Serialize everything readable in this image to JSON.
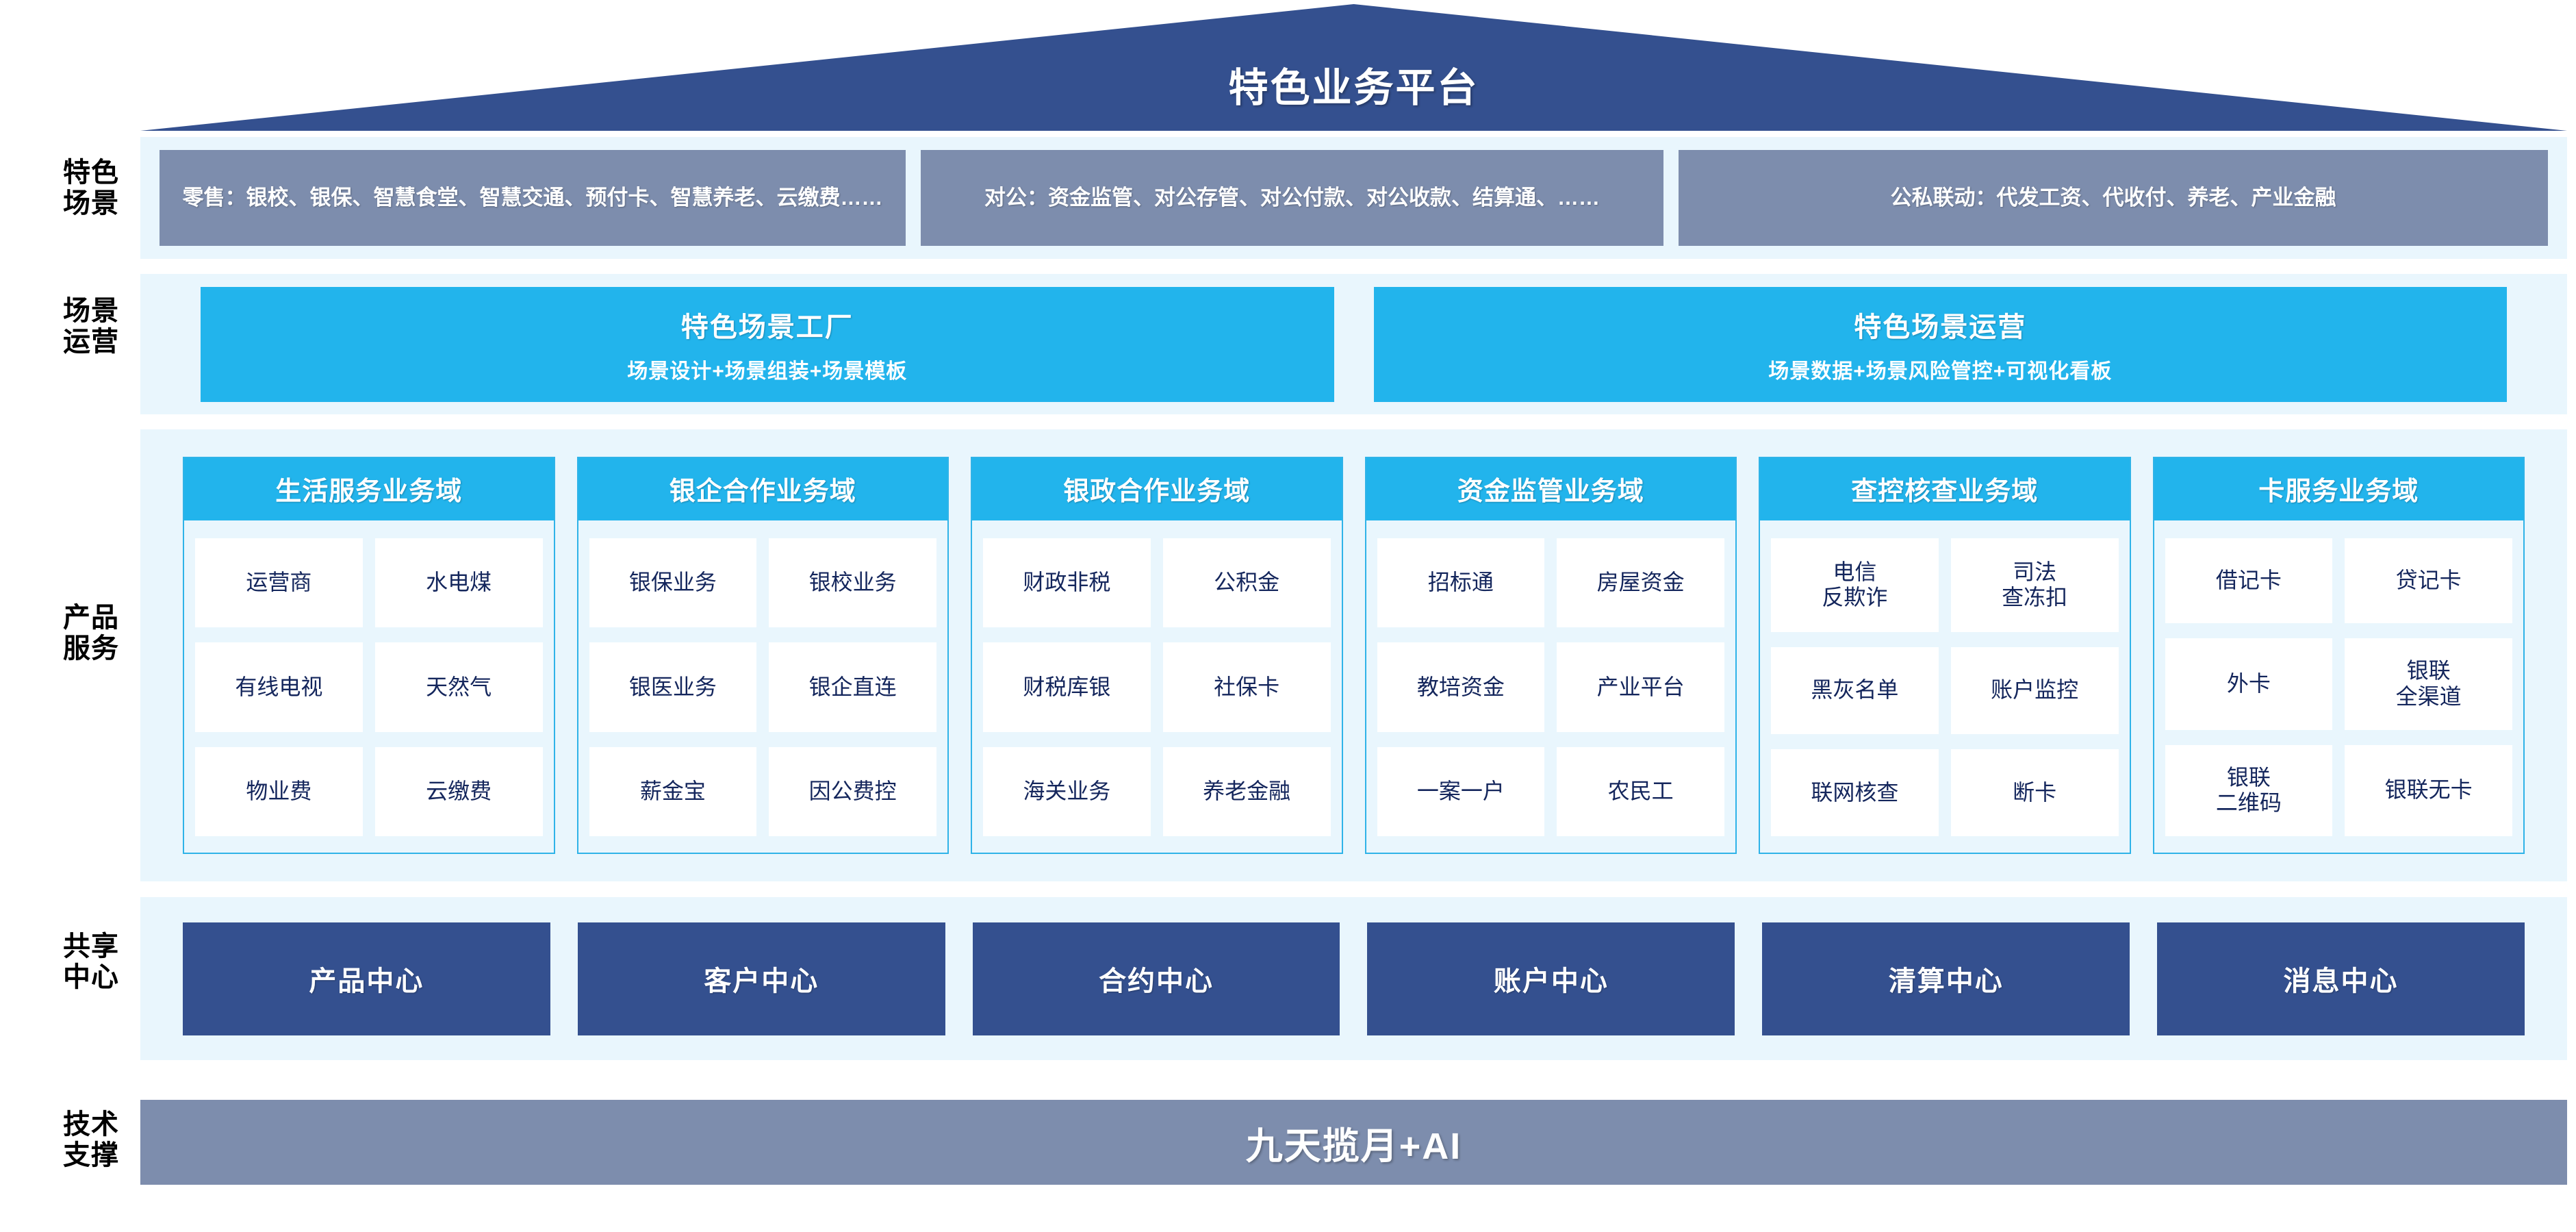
{
  "platform": {
    "title": "特色业务平台"
  },
  "row_labels": {
    "scenario": "特色\n场景",
    "operations": "场景\n运营",
    "products": "产品\n服务",
    "shared": "共享\n中心",
    "tech": "技术\n支撑"
  },
  "colors": {
    "roof": "#34508f",
    "band_bg": "#e9f6fd",
    "scenario_box": "#7d8dad",
    "cyan": "#22b4ec",
    "navy": "#34508f",
    "slate": "#7d8dad",
    "cell_text": "#14265c"
  },
  "scenarios": [
    {
      "label": "零售：银校、银保、智慧食堂、智慧交通、预付卡、智慧养老、云缴费……"
    },
    {
      "label": "对公：资金监管、对公存管、对公付款、对公收款、结算通、……"
    },
    {
      "label": "公私联动：代发工资、代收付、养老、产业金融"
    }
  ],
  "operations": [
    {
      "title": "特色场景工厂",
      "subtitle": "场景设计+场景组装+场景模板"
    },
    {
      "title": "特色场景运营",
      "subtitle": "场景数据+场景风险管控+可视化看板"
    }
  ],
  "domains": [
    {
      "title": "生活服务业务域",
      "items": [
        "运营商",
        "水电煤",
        "有线电视",
        "天然气",
        "物业费",
        "云缴费"
      ]
    },
    {
      "title": "银企合作业务域",
      "items": [
        "银保业务",
        "银校业务",
        "银医业务",
        "银企直连",
        "薪金宝",
        "因公费控"
      ]
    },
    {
      "title": "银政合作业务域",
      "items": [
        "财政非税",
        "公积金",
        "财税库银",
        "社保卡",
        "海关业务",
        "养老金融"
      ]
    },
    {
      "title": "资金监管业务域",
      "items": [
        "招标通",
        "房屋资金",
        "教培资金",
        "产业平台",
        "一案一户",
        "农民工"
      ]
    },
    {
      "title": "查控核查业务域",
      "items": [
        "电信\n反欺诈",
        "司法\n查冻扣",
        "黑灰名单",
        "账户监控",
        "联网核查",
        "断卡"
      ]
    },
    {
      "title": "卡服务业务域",
      "items": [
        "借记卡",
        "贷记卡",
        "外卡",
        "银联\n全渠道",
        "银联\n二维码",
        "银联无卡"
      ]
    }
  ],
  "shared_centers": [
    {
      "label": "产品中心"
    },
    {
      "label": "客户中心"
    },
    {
      "label": "合约中心"
    },
    {
      "label": "账户中心"
    },
    {
      "label": "清算中心"
    },
    {
      "label": "消息中心"
    }
  ],
  "tech_support": {
    "label": "九天揽月+AI"
  }
}
